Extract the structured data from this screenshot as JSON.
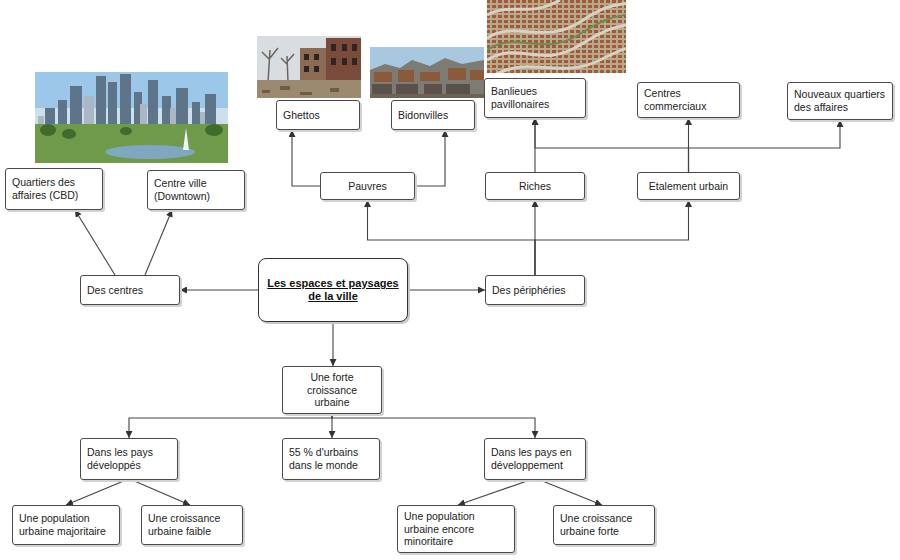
{
  "diagram": {
    "nodes": [
      {
        "text": [
          "Ghettos"
        ]
      },
      {
        "text": [
          "Bidonvilles"
        ]
      },
      {
        "text": [
          "Banlieues pavillonaires"
        ]
      },
      {
        "text": [
          "Centres commerciaux"
        ]
      },
      {
        "text": [
          "Nouveaux quartiers des affaires"
        ]
      },
      {
        "text": [
          "Quartiers des affaires (CBD)"
        ]
      },
      {
        "text": [
          "Centre ville (Downtown)"
        ]
      },
      {
        "text": [
          "Pauvres"
        ]
      },
      {
        "text": [
          "Riches"
        ]
      },
      {
        "text": [
          "Etalement urbain"
        ]
      },
      {
        "text": [
          "Des centres"
        ]
      },
      {
        "text": [
          "Les espaces et paysages de la ville"
        ]
      },
      {
        "text": [
          "Des périphéries"
        ]
      },
      {
        "text": [
          "Une forte croissance urbaine"
        ]
      },
      {
        "text": [
          "Dans les pays développés"
        ]
      },
      {
        "text": [
          "55 % d'urbains dans le monde"
        ]
      },
      {
        "text": [
          "Dans les pays en développement"
        ]
      },
      {
        "text": [
          "Une population urbaine majoritaire"
        ]
      },
      {
        "text": [
          "Une croissance urbaine faible"
        ]
      },
      {
        "text": [
          "Une population urbaine encore minoritaire"
        ]
      },
      {
        "text": [
          "Une croissance urbaine forte"
        ]
      }
    ],
    "edges": [
      {
        "from": 11,
        "to": 10,
        "arrow": "to"
      },
      {
        "from": 11,
        "to": 12,
        "arrow": "to"
      },
      {
        "from": 11,
        "to": 13,
        "arrow": "to"
      },
      {
        "from": 10,
        "to": 5,
        "arrow": "to"
      },
      {
        "from": 10,
        "to": 6,
        "arrow": "to"
      },
      {
        "from": 12,
        "to": 7,
        "arrow": "to"
      },
      {
        "from": 12,
        "to": 8,
        "arrow": "to"
      },
      {
        "from": 12,
        "to": 9,
        "arrow": "to"
      },
      {
        "from": 7,
        "to": 0,
        "arrow": "to"
      },
      {
        "from": 7,
        "to": 1,
        "arrow": "to"
      },
      {
        "from": 8,
        "to": 2,
        "arrow": "to"
      },
      {
        "from": 9,
        "to": 2,
        "arrow": "to"
      },
      {
        "from": 9,
        "to": 3,
        "arrow": "to"
      },
      {
        "from": 9,
        "to": 4,
        "arrow": "to"
      },
      {
        "from": 13,
        "to": 14,
        "arrow": "to"
      },
      {
        "from": 13,
        "to": 15,
        "arrow": "to"
      },
      {
        "from": 13,
        "to": 16,
        "arrow": "to"
      },
      {
        "from": 14,
        "to": 17,
        "arrow": "to"
      },
      {
        "from": 14,
        "to": 18,
        "arrow": "to"
      },
      {
        "from": 16,
        "to": 19,
        "arrow": "to"
      },
      {
        "from": 16,
        "to": 20,
        "arrow": "to"
      }
    ]
  }
}
